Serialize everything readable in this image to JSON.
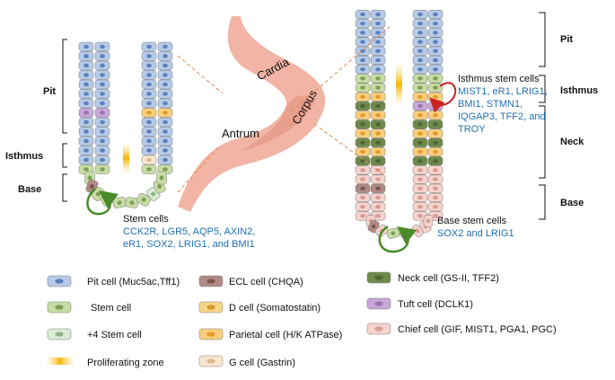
{
  "regions_left": {
    "pit": "Pit",
    "isthmus": "Isthmus",
    "base": "Base"
  },
  "regions_right": {
    "pit": "Pit",
    "isthmus": "Isthmus",
    "neck": "Neck",
    "base": "Base"
  },
  "stomach": {
    "cardia": "Cardia",
    "corpus": "Corpus",
    "antrum": "Antrum"
  },
  "left_stem": {
    "title": "Stem cells",
    "line1": "CCK2R, LGR5, AQP5, AXIN2,",
    "line2": "eR1, SOX2, LRIG1, and BMI1"
  },
  "isthmus_stem": {
    "title": "Isthmus stem cells",
    "line1": "MIST1, eR1, LRIG1,",
    "line2": "BMI1, STMN1,",
    "line3": "IQGAP3, TFF2, and",
    "line4": "TROY"
  },
  "base_stem": {
    "title": "Base stem cells",
    "line1": "SOX2 and LRIG1"
  },
  "legend": [
    {
      "key": "pit",
      "label": "Pit cell (Muc5ac,Tff1)"
    },
    {
      "key": "stem",
      "label": "Stem cell"
    },
    {
      "key": "plus4",
      "label": "+4 Stem cell"
    },
    {
      "key": "prolif",
      "label": "Proliferating zone"
    },
    {
      "key": "ecl",
      "label": "ECL cell (CHQA)"
    },
    {
      "key": "d",
      "label": "D cell (Somatostatin)"
    },
    {
      "key": "parietal",
      "label": "Parietal cell (H/K ATPase)"
    },
    {
      "key": "g",
      "label": "G cell (Gastrin)"
    },
    {
      "key": "neck",
      "label": "Neck cell (GS-II, TFF2)"
    },
    {
      "key": "tuft",
      "label": "Tuft cell (DCLK1)"
    },
    {
      "key": "chief",
      "label": "Chief cell (GIF, MIST1, PGA1, PGC)"
    }
  ],
  "colors": {
    "pit": "#b7cbe6",
    "pit_stroke": "#6f8fbf",
    "pit_nuc": "#5b80c0",
    "stem": "#c8dca5",
    "stem_stroke": "#8aa862",
    "stem_nuc": "#7e9e55",
    "plus4": "#dcebd5",
    "plus4_nuc": "#8fb48a",
    "ecl": "#b08a84",
    "ecl_nuc": "#7d5550",
    "d": "#f7d489",
    "d_nuc": "#d69a2a",
    "parietal": "#f9cf7d",
    "parietal_nuc": "#e39b2c",
    "g": "#f9e6cf",
    "g_nuc": "#e0b98f",
    "neck": "#6e8a4a",
    "neck_nuc": "#4d6634",
    "tuft": "#c8a8d8",
    "tuft_nuc": "#9a76b0",
    "chief": "#f6d3cd",
    "chief_nuc": "#d99c93",
    "stomach": "#f2b4a5",
    "stomach_dark": "#e08a78",
    "arrow_green": "#4a8a2a",
    "arrow_red": "#cc2222",
    "dash": "#e08a50"
  }
}
